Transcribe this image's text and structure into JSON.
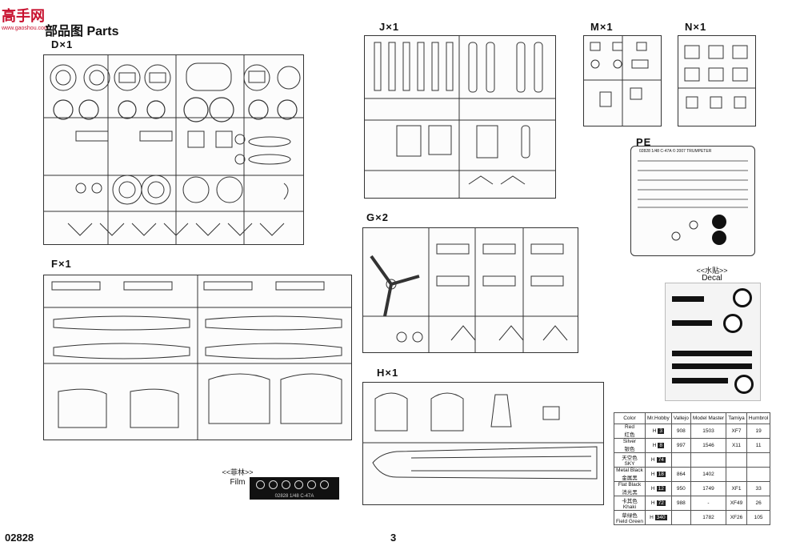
{
  "logo": {
    "text": "高手网",
    "url": "www.gaoshou.com"
  },
  "title": "部品图 Parts",
  "sprues": [
    {
      "id": "D",
      "label": "D×1"
    },
    {
      "id": "J",
      "label": "J×1"
    },
    {
      "id": "M",
      "label": "M×1"
    },
    {
      "id": "N",
      "label": "N×1"
    },
    {
      "id": "PE",
      "label": "PE"
    },
    {
      "id": "F",
      "label": "F×1"
    },
    {
      "id": "G",
      "label": "G×2"
    },
    {
      "id": "H",
      "label": "H×1"
    }
  ],
  "pe_header": "02828 1/48 C-47A © 2007 TRUMPETER",
  "film": {
    "caption_cn": "<<菲林>>",
    "caption_en": "Film",
    "code": "02828 1/48 C-47A"
  },
  "decal": {
    "caption_cn": "<<水贴>>",
    "caption_en": "Decal"
  },
  "color_table": {
    "headers": [
      "Color",
      "Mr.Hobby",
      "Vallejo",
      "Model Master",
      "Tamiya",
      "Humbrol"
    ],
    "rows": [
      {
        "color": "Red",
        "color_cn": "红色",
        "hcode": "3",
        "vallejo": "908",
        "model_master": "1503",
        "tamiya": "XF7",
        "humbrol": "19"
      },
      {
        "color": "Silver",
        "color_cn": "银色",
        "hcode": "8",
        "vallejo": "997",
        "model_master": "1546",
        "tamiya": "X11",
        "humbrol": "11"
      },
      {
        "color": "SKY",
        "color_cn": "天空色",
        "hcode": "74",
        "vallejo": "",
        "model_master": "",
        "tamiya": "",
        "humbrol": ""
      },
      {
        "color": "Metal Black",
        "color_cn": "金属黑",
        "hcode": "18",
        "vallejo": "864",
        "model_master": "1402",
        "tamiya": "",
        "humbrol": ""
      },
      {
        "color": "Flat Black",
        "color_cn": "消光黑",
        "hcode": "12",
        "vallejo": "950",
        "model_master": "1749",
        "tamiya": "XF1",
        "humbrol": "33"
      },
      {
        "color": "Khaki",
        "color_cn": "卡其色",
        "hcode": "72",
        "vallejo": "988",
        "model_master": "-",
        "tamiya": "XF49",
        "humbrol": "26"
      },
      {
        "color": "Field Green",
        "color_cn": "草绿色",
        "hcode": "340",
        "vallejo": "",
        "model_master": "1782",
        "tamiya": "XF26",
        "humbrol": "105"
      }
    ]
  },
  "footer": {
    "code": "02828",
    "page": "3"
  }
}
